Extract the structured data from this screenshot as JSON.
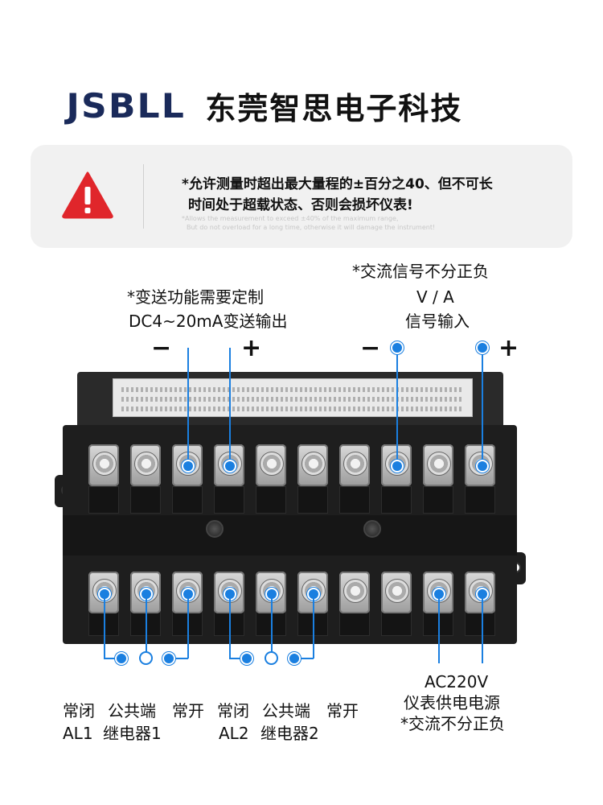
{
  "brand": {
    "logo": "JSBLL",
    "company": "东莞智思电子科技"
  },
  "warning": {
    "line1": "*允许测量时超出最大量程的±百分之40、但不可长",
    "line2": "时间处于超载状态、否则会损坏仪表!",
    "en_line1": "*Allows the measurement to exceed ±40% of the maximum range,",
    "en_line2": "But do not overload for a long time, otherwise it will damage the instrument!"
  },
  "labels": {
    "transmit_note": "*变送功能需要定制",
    "transmit_output": "DC4~20mA变送输出",
    "ac_note": "*交流信号不分正负",
    "va": "V / A",
    "signal_input": "信号输入",
    "minus": "−",
    "plus": "+",
    "nc": "常闭",
    "com": "公共端",
    "no": "常开",
    "al1": "AL1",
    "relay1": "继电器1",
    "al2": "AL2",
    "relay2": "继电器2",
    "power_voltage": "AC220V",
    "power_label": "仪表供电电源",
    "power_note": "*交流不分正负"
  },
  "colors": {
    "accent": "#1a7fe0",
    "brand": "#1a2a5a",
    "warning": "#e0262b"
  }
}
